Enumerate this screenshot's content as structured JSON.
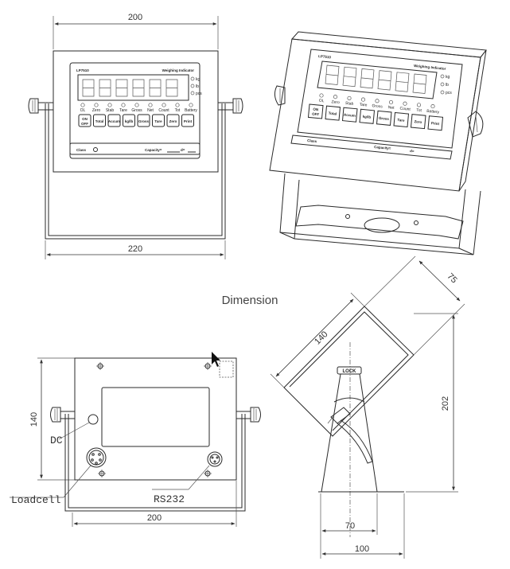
{
  "title": "Dimension",
  "front_view": {
    "model": "LP7510",
    "device_label": "Weighing Indicator",
    "status_leds": [
      "kg",
      "lb",
      "pcs"
    ],
    "indicators": [
      "OL",
      "Zero",
      "Stab",
      "Tare",
      "Gross",
      "Net",
      "Count",
      "Tot",
      "Battery"
    ],
    "keys": [
      {
        "top": "ON",
        "bottom": "OFF"
      },
      {
        "top": "Total",
        "bottom": ""
      },
      {
        "top": "Accum",
        "bottom": ""
      },
      {
        "top": "kg/lb",
        "bottom": ""
      },
      {
        "top": "Gross",
        "bottom": ""
      },
      {
        "top": "Tare",
        "bottom": ""
      },
      {
        "top": "Zero",
        "bottom": ""
      },
      {
        "top": "Print",
        "bottom": ""
      }
    ],
    "class_label": "Class",
    "capacity_label": "Capacity=",
    "capacity_suffix": "d=",
    "dim_top": "200",
    "dim_bottom": "220"
  },
  "back_view": {
    "dc_label": "DC",
    "loadcell_label": "Loadcell",
    "rs232_label": "RS232",
    "dim_height": "140",
    "dim_width": "200"
  },
  "side_view": {
    "dim_depth": "140",
    "dim_top": "75",
    "dim_height": "202",
    "dim_base_inner": "70",
    "dim_base_outer": "100",
    "lock_label": "LOCK"
  }
}
